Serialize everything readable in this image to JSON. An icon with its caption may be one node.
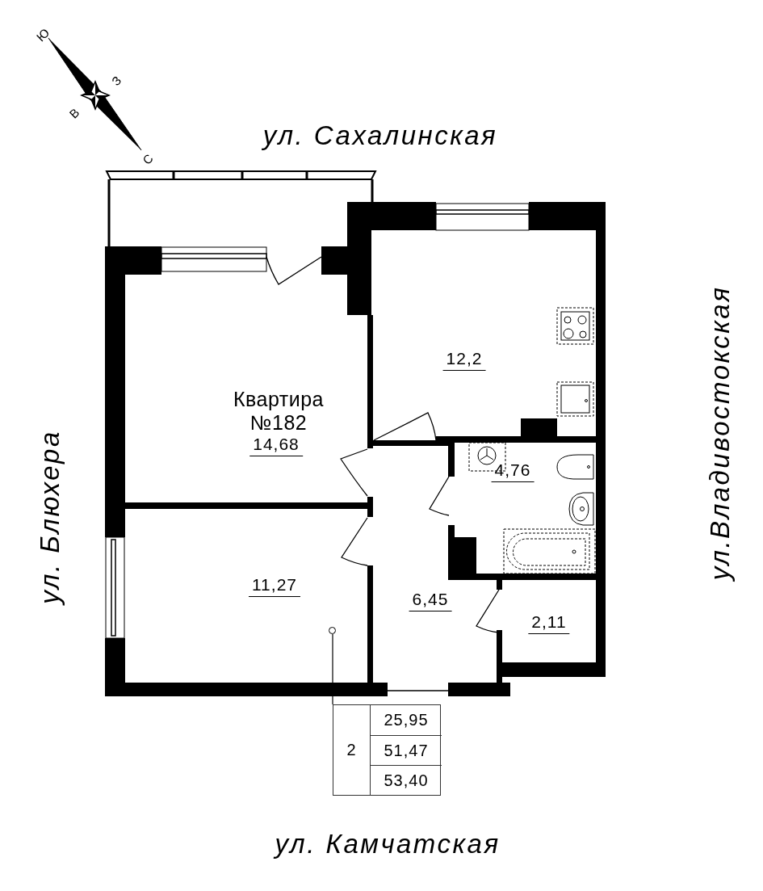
{
  "diagram": {
    "nodes": [
      {
        "text": [
          "Квартира №182",
          "14,68"
        ]
      },
      {
        "text": [
          "12,2"
        ]
      },
      {
        "text": [
          "4,76"
        ]
      },
      {
        "text": [
          "11,27"
        ]
      },
      {
        "text": [
          "6,45"
        ]
      },
      {
        "text": [
          "2,11"
        ]
      },
      {
        "text": [
          "2",
          "25,95",
          "51,47",
          "53,40"
        ]
      },
      {
        "text": [],
        "shape": "circle"
      }
    ],
    "edges": [
      {
        "from": 6,
        "to": 7,
        "arrow": "none"
      }
    ],
    "labels": [
      "Ю",
      "З",
      "В",
      "С",
      "ул. Сахалинская",
      "ул.Владивостокская",
      "ул. Блюхера",
      "ул. Камчатская"
    ]
  }
}
